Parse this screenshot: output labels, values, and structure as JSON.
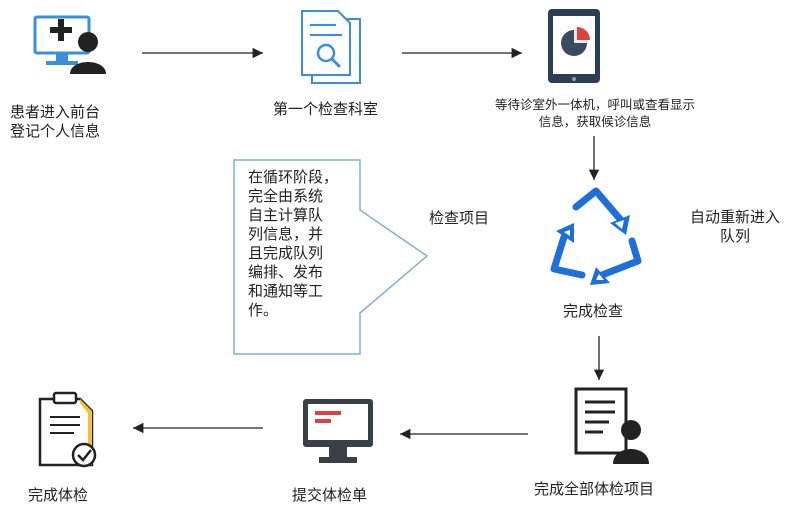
{
  "steps": {
    "register": [
      "患者进入前台",
      "登记个人信息"
    ],
    "first_exam": "第一个检查科室",
    "waiting": [
      "等待诊室外一体机，呼叫或查看显示",
      "信息，获取候诊信息"
    ],
    "exam_item": "检查项目",
    "requeue": [
      "自动重新进入",
      "队列"
    ],
    "done_check": "完成检查",
    "all_done": "完成全部体检项目",
    "submit": "提交体检单",
    "finish": "完成体检"
  },
  "callout": {
    "lines": [
      "在循环阶段，",
      "完全由系统",
      "自主计算队",
      "列信息，并",
      "且完成队列",
      "编排、发布",
      "和通知等工",
      "作。"
    ]
  },
  "colors": {
    "accent": "#1e6fd9",
    "callout_border": "#7fb0d8",
    "alert": "#e14040",
    "checklist_yellow": "#f2c230"
  },
  "icons": [
    "user-plus-icon",
    "document-search-icon",
    "tablet-chart-icon",
    "recycle-icon",
    "user-document-icon",
    "monitor-icon",
    "clipboard-check-icon"
  ]
}
